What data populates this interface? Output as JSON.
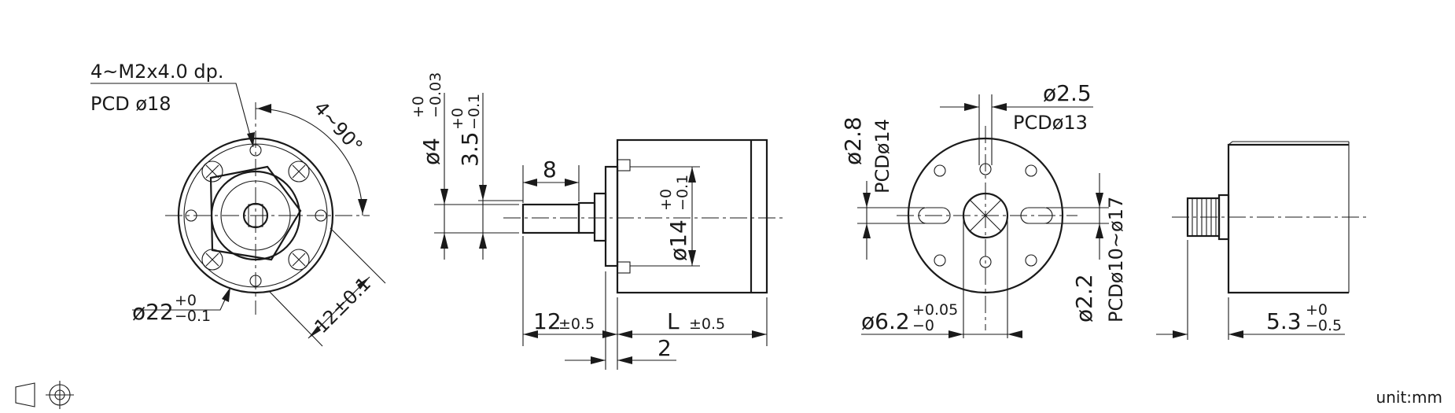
{
  "front_view": {
    "tap_label": "4~M2x4.0 dp.",
    "pcd_label": "PCD ø18",
    "angle_label": "4~90°",
    "outer_dia_base": "ø22",
    "outer_dia_upper": "+0",
    "outer_dia_lower": "−0.1",
    "offset_label": "12±0.1"
  },
  "side_view": {
    "shaft_dia_base": "ø4",
    "shaft_dia_upper": "+0",
    "shaft_dia_lower": "−0.03",
    "flat_base": "3.5",
    "flat_upper": "+0",
    "flat_lower": "−0.1",
    "flat_len_label": "8",
    "pilot_base": "ø14",
    "pilot_upper": "+0",
    "pilot_lower": "−0.1",
    "shaft_len_base": "12",
    "shaft_len_tol": "±0.5",
    "body_len_base": "L",
    "body_len_tol": "±0.5",
    "flange_label": "2"
  },
  "rear_view": {
    "hole_dia_label": "ø2.5",
    "hole_pcd_label": "PCDø13",
    "slot_dia_label": "ø2.8",
    "slot_pcd_label": "PCDø14",
    "terminal_pcd_label": "PCDø10~ø17",
    "small_hole_label": "ø2.2",
    "hub_dia_base": "ø6.2",
    "hub_dia_upper": "+0.05",
    "hub_dia_lower": "−0"
  },
  "motor_view": {
    "gear_len_base": "5.3",
    "gear_len_upper": "+0",
    "gear_len_lower": "−0.5"
  },
  "unit_label": "unit:mm"
}
